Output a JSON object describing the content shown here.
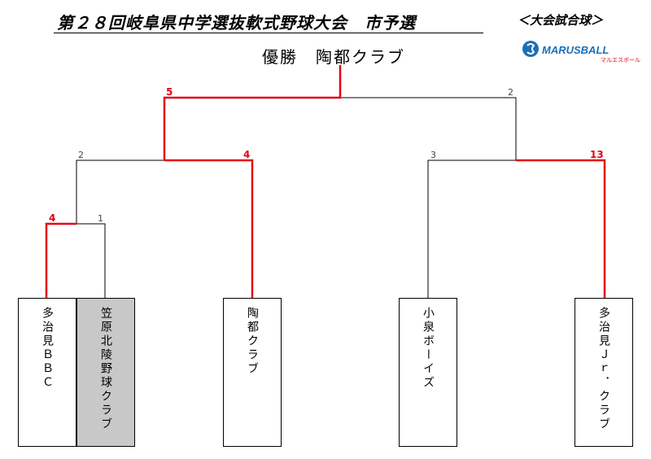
{
  "header": {
    "title": "第２８回岐阜県中学選抜軟式野球大会　市予選",
    "ball_label": "＜大会試合球＞",
    "logo_text": "MARUSBALL",
    "logo_subtext": "マルエスボール"
  },
  "champion": {
    "label": "優勝",
    "team": "陶都クラブ"
  },
  "teams": [
    {
      "name": "多治見ＢＢＣ",
      "highlight": false
    },
    {
      "name": "笠原北陵野球クラブ",
      "highlight": true
    },
    {
      "name": "陶都クラブ",
      "highlight": false
    },
    {
      "name": "小泉ボーイズ",
      "highlight": false
    },
    {
      "name": "多治見Ｊｒ．クラブ",
      "highlight": false
    }
  ],
  "scores": {
    "r1_left": "4",
    "r1_right": "1",
    "sf1_left": "2",
    "sf1_right": "4",
    "sf2_left": "3",
    "sf2_right": "13",
    "final_left": "5",
    "final_right": "2"
  },
  "colors": {
    "winner_line": "#e60012",
    "normal_line": "#000000",
    "highlight_box": "#c8c8c8"
  }
}
